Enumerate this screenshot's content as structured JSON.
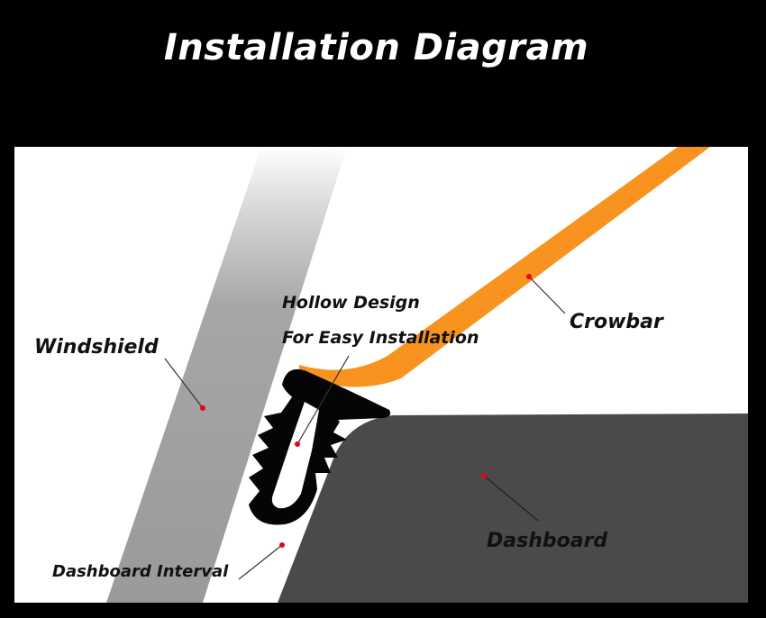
{
  "title": "Installation Diagram",
  "labels": {
    "windshield": "Windshield",
    "hollow_line1": "Hollow Design",
    "hollow_line2": "For Easy Installation",
    "crowbar": "Crowbar",
    "dashboard": "Dashboard",
    "dashboard_interval": "Dashboard Interval"
  },
  "colors": {
    "background": "#000000",
    "panel": "#ffffff",
    "windshield": "#9a9a9a",
    "crowbar": "#f7931e",
    "dashboard": "#4a4a4a",
    "seal": "#050505",
    "marker": "#e30613"
  }
}
